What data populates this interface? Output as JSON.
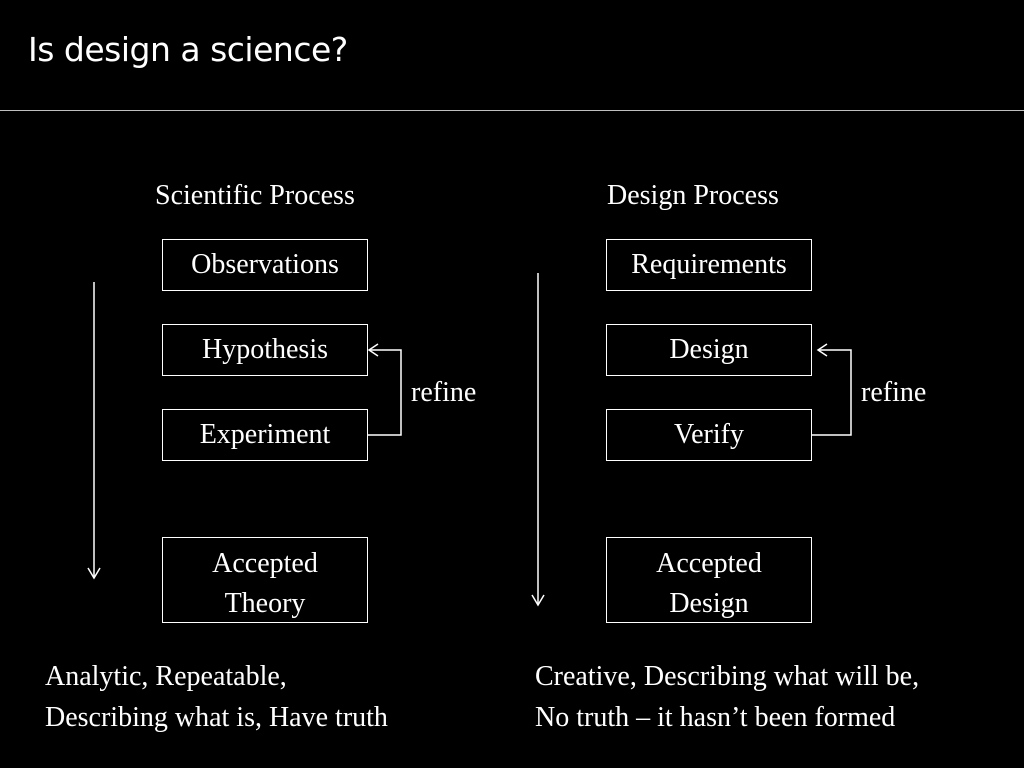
{
  "slide": {
    "title": "Is design a science?"
  },
  "scientific": {
    "heading": "Scientific Process",
    "steps": [
      "Observations",
      "Hypothesis",
      "Experiment"
    ],
    "final_line1": "Accepted",
    "final_line2": "Theory",
    "refine_label": "refine",
    "caption_line1": "Analytic, Repeatable,",
    "caption_line2": "Describing what is, Have truth"
  },
  "design": {
    "heading": "Design Process",
    "steps": [
      "Requirements",
      "Design",
      "Verify"
    ],
    "final_line1": "Accepted",
    "final_line2": "Design",
    "refine_label": "refine",
    "caption_line1": "Creative, Describing what will be,",
    "caption_line2": "No truth – it hasn’t been formed"
  }
}
